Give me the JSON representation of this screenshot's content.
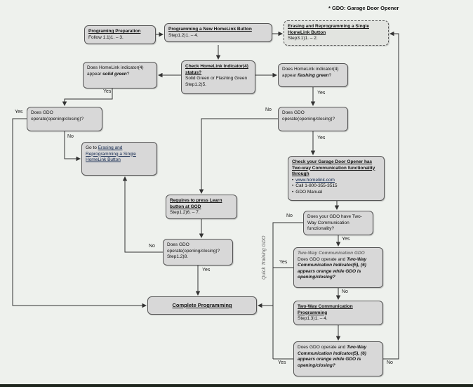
{
  "note": "* GDO: Garage Door Opener",
  "colors": {
    "background": "#eef1ed",
    "box_fill": "#d8d8d8",
    "box_border": "#555555",
    "connector": "#333333",
    "bottom_edge": "#1e261d"
  },
  "edge_labels": {
    "yes": "Yes",
    "no": "No",
    "quick_training": "Quick Training GDO"
  },
  "bullet_char": "•",
  "nodes": {
    "prep": {
      "title": "Programing Preparation",
      "step": "Follow 1.1)1. – 3."
    },
    "program_new": {
      "title": "Programming a New HomeLink Button",
      "step": "Step1.2)1. – 4."
    },
    "erase_single": {
      "title": "Erasing and Reprogramming a Single HomeLink Button",
      "step": "Step3.1)1. – 2."
    },
    "check_indicator": {
      "title": "Check HomeLink Indicator(4) status?",
      "line2": "Solid Green or Flashing Green",
      "step": "Step1.2)5."
    },
    "solid_green": {
      "pre": "Does HomeLink indicator(4) appear ",
      "em": "solid green",
      "post": "?"
    },
    "flashing_green": {
      "pre": "Does HomeLink indicator(4) appear ",
      "em": "flashing green",
      "post": "?"
    },
    "gdo_left": {
      "text": "Does GDO operate(opening/closing)?"
    },
    "gdo_right": {
      "text": "Does GDO operate(opening/closing)?"
    },
    "goto_erase": {
      "pre": "Go to ",
      "link": "Erasing and Reprogramming a Single HomeLink Button"
    },
    "check_twoway": {
      "title": "Check your Garage Door Opener has Two-way Communication functionality through",
      "bullets": [
        "www.homelink.com",
        "Call 1-800-355-3515",
        "GDO Manual"
      ]
    },
    "learn_button": {
      "title": "Requires to press Learn button at GOD",
      "step": "Step1.2)6. – 7."
    },
    "gdo_learn": {
      "text": "Does GDO operate(opening/closing)?",
      "step": "Step1.2)8."
    },
    "have_twoway": {
      "text": "Does your GDO have Two-Way Communication functionality?"
    },
    "twoway_gdo": {
      "header": "Two-Way Communication GDO",
      "pre": "Does GDO operate and ",
      "em": "Two-Way Communication Indicator(5), (6) appears orange while GDO is opening/closing?"
    },
    "twoway_prog": {
      "title": "Two-Way Communication Programming",
      "step": "Step1.3)1. – 4."
    },
    "complete": {
      "title": "Complete Programming"
    },
    "operate_orange": {
      "pre": "Does GDO operate and ",
      "em": "Two-Way Communication Indicator(5), (6) appears orange while GDO is opening/closing?"
    }
  }
}
